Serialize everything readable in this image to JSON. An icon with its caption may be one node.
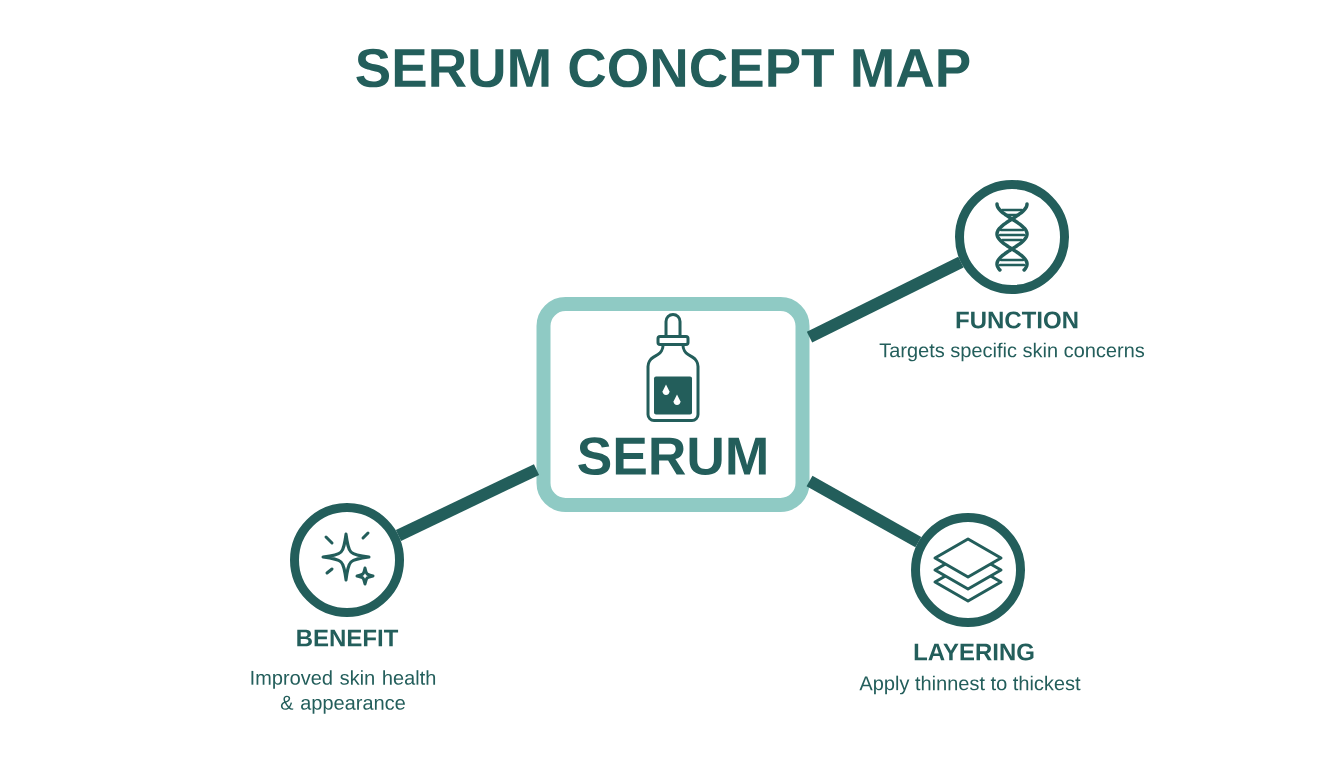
{
  "diagram": {
    "title": "SERUM CONCEPT MAP",
    "nodes": [
      {
        "text": [
          "SERUM"
        ]
      },
      {
        "text": [
          "FUNCTION",
          "Targets specific skin concerns"
        ]
      },
      {
        "text": [
          "BENEFIT",
          "Improved skin health & appearance"
        ]
      },
      {
        "text": [
          "LAYERING",
          "Apply thinnest to thickest"
        ]
      }
    ],
    "edges": [
      {
        "from": 0,
        "to": 1,
        "arrow": "none"
      },
      {
        "from": 0,
        "to": 2,
        "arrow": "none"
      },
      {
        "from": 0,
        "to": 3,
        "arrow": "none"
      }
    ]
  }
}
